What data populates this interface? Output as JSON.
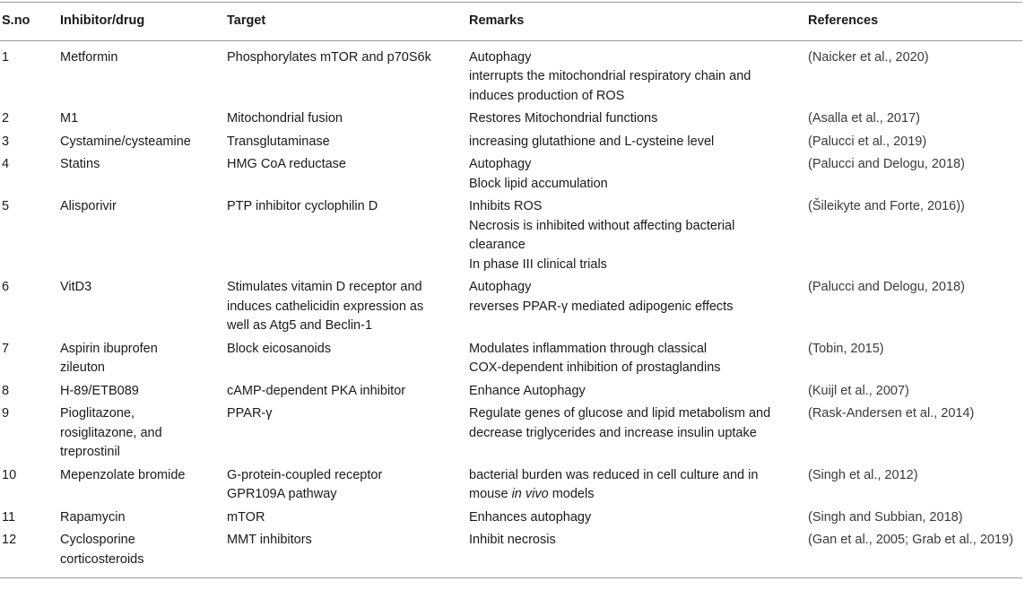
{
  "table": {
    "headers": [
      "S.no",
      "Inhibitor/drug",
      "Target",
      "Remarks",
      "References"
    ],
    "rows": [
      {
        "sno": "1",
        "drug": [
          "Metformin"
        ],
        "target": [
          "Phosphorylates mTOR and p70S6k"
        ],
        "remarks": [
          "Autophagy",
          "interrupts the mitochondrial respiratory chain and",
          "induces production of ROS"
        ],
        "reference": "(Naicker et al., 2020)"
      },
      {
        "sno": "2",
        "drug": [
          "M1"
        ],
        "target": [
          "Mitochondrial fusion"
        ],
        "remarks": [
          "Restores Mitochondrial functions"
        ],
        "reference": "(Asalla et al., 2017)"
      },
      {
        "sno": "3",
        "drug": [
          "Cystamine/cysteamine"
        ],
        "target": [
          "Transglutaminase"
        ],
        "remarks": [
          "increasing glutathione and L-cysteine level"
        ],
        "reference": "(Palucci et al., 2019)"
      },
      {
        "sno": "4",
        "drug": [
          "Statins"
        ],
        "target": [
          "HMG CoA reductase"
        ],
        "remarks": [
          "Autophagy",
          "Block lipid accumulation"
        ],
        "reference": "(Palucci and Delogu, 2018)"
      },
      {
        "sno": "5",
        "drug": [
          "Alisporivir"
        ],
        "target": [
          "PTP inhibitor cyclophilin D"
        ],
        "remarks": [
          "Inhibits ROS",
          "Necrosis is inhibited without affecting bacterial",
          "clearance",
          "In phase III clinical trials"
        ],
        "reference": "(Šileikyte and Forte, 2016))"
      },
      {
        "sno": "6",
        "drug": [
          "VitD3"
        ],
        "target": [
          "Stimulates vitamin D receptor and",
          "induces cathelicidin expression as",
          "well as Atg5 and Beclin-1"
        ],
        "remarks": [
          "Autophagy",
          "reverses PPAR-γ mediated adipogenic effects"
        ],
        "reference": "(Palucci and Delogu, 2018)"
      },
      {
        "sno": "7",
        "drug": [
          "Aspirin ibuprofen",
          "zileuton"
        ],
        "target": [
          "Block eicosanoids"
        ],
        "remarks": [
          "Modulates inflammation through classical",
          "COX-dependent inhibition of prostaglandins"
        ],
        "reference": "(Tobin, 2015)"
      },
      {
        "sno": "8",
        "drug": [
          "H-89/ETB089"
        ],
        "target": [
          "cAMP-dependent PKA inhibitor"
        ],
        "remarks": [
          "Enhance Autophagy"
        ],
        "reference": "(Kuijl et al., 2007)"
      },
      {
        "sno": "9",
        "drug": [
          "Pioglitazone,",
          "rosiglitazone, and",
          "treprostinil"
        ],
        "target": [
          "PPAR-γ"
        ],
        "remarks": [
          "Regulate genes of glucose and lipid metabolism and",
          "decrease triglycerides and increase insulin uptake"
        ],
        "reference": "(Rask-Andersen et al., 2014)"
      },
      {
        "sno": "10",
        "drug": [
          "Mepenzolate bromide"
        ],
        "target": [
          "G-protein-coupled receptor",
          "GPR109A pathway"
        ],
        "remarks": [
          "bacterial burden was reduced in cell culture and in",
          "mouse |in vivo| models"
        ],
        "reference": "(Singh et al., 2012)"
      },
      {
        "sno": "11",
        "drug": [
          "Rapamycin"
        ],
        "target": [
          "mTOR"
        ],
        "remarks": [
          "Enhances autophagy"
        ],
        "reference": "(Singh and Subbian, 2018)"
      },
      {
        "sno": "12",
        "drug": [
          "Cyclosporine",
          "corticosteroids"
        ],
        "target": [
          "MMT inhibitors"
        ],
        "remarks": [
          "Inhibit necrosis"
        ],
        "reference": "(Gan et al., 2005; Grab et al., 2019)"
      }
    ]
  }
}
